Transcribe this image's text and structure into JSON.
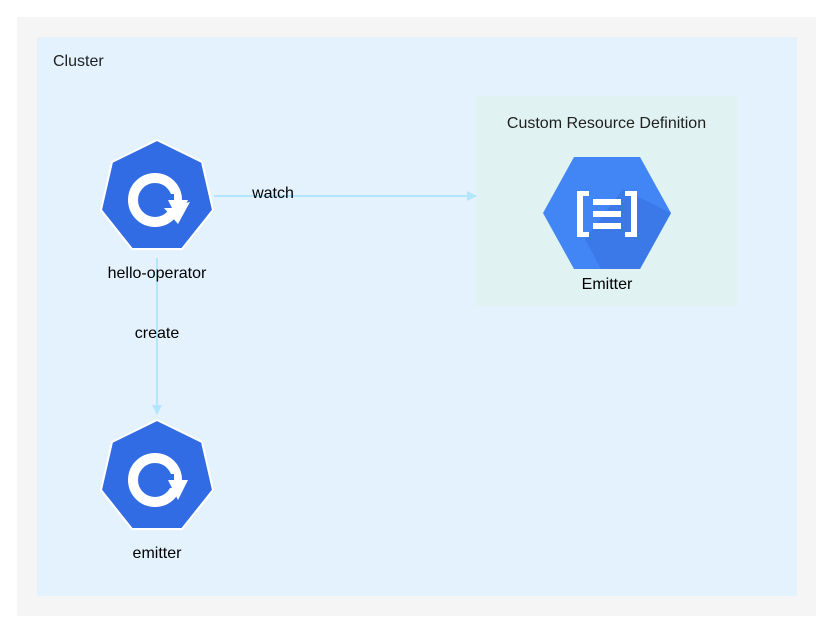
{
  "cluster": {
    "label": "Cluster"
  },
  "crd": {
    "label": "Custom Resource Definition"
  },
  "nodes": {
    "hello_operator": {
      "label": "hello-operator",
      "icon": "kubernetes-operator-icon"
    },
    "emitter_pod": {
      "label": "emitter",
      "icon": "kubernetes-operator-icon"
    },
    "emitter_crd": {
      "label": "Emitter",
      "icon": "crd-brackets-icon"
    }
  },
  "edges": {
    "watch": {
      "label": "watch"
    },
    "create": {
      "label": "create"
    }
  },
  "colors": {
    "outer_bg": "#f5f5f5",
    "cluster_bg": "#e3f2fd",
    "crd_bg": "#e0f2f1",
    "icon_blue": "#326ce5",
    "gcp_blue": "#4285f4",
    "edge": "#b3e5fc"
  }
}
